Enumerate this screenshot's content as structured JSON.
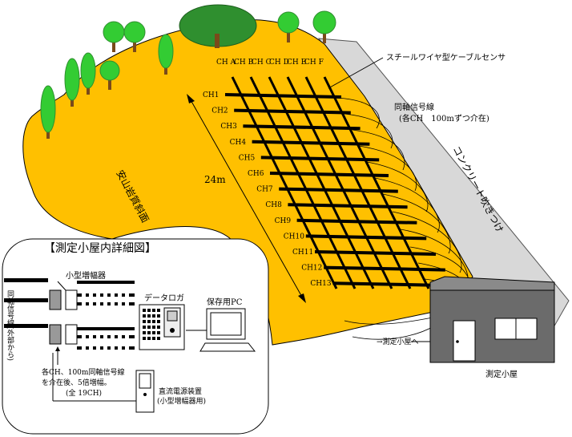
{
  "sensor": {
    "col_labels": [
      "CH A",
      "CH B",
      "CH C",
      "CH D",
      "CH E",
      "CH F"
    ],
    "row_labels": [
      "CH1",
      "CH2",
      "CH3",
      "CH4",
      "CH5",
      "CH6",
      "CH7",
      "CH8",
      "CH9",
      "CH10",
      "CH11",
      "CH12",
      "CH13"
    ],
    "type_label": "スチールワイヤ型ケーブルセンサ"
  },
  "slope": {
    "label": "安山岩質斜面",
    "length_label": "24m"
  },
  "coax": {
    "line1": "同軸信号線",
    "line2": "(各CH　100mずつ介在)"
  },
  "concrete": {
    "label": "コンクリート吹きつけ"
  },
  "hut": {
    "label": "測定小屋",
    "arrow_label": "→測定小屋へ"
  },
  "detail": {
    "title": "【測定小屋内詳細図】",
    "amplifier": "小型増幅器",
    "logger": "データロガ",
    "pc": "保存用PC",
    "input_line": "同軸信号線(外部から)",
    "note1": "各CH、100m同軸信号線",
    "note2": "を介在後、5倍増幅。",
    "note3": "(全 19CH)",
    "power1": "直流電源装置",
    "power2": "(小型増幅器用)"
  },
  "colors": {
    "slope": "#ffc000",
    "grid": "#000000",
    "concrete": "#d8d8d8",
    "hut": "#6b6b6b",
    "tree": "#33cc33",
    "tree_dark": "#2f8f2f",
    "trunk": "#7a4a1a"
  }
}
